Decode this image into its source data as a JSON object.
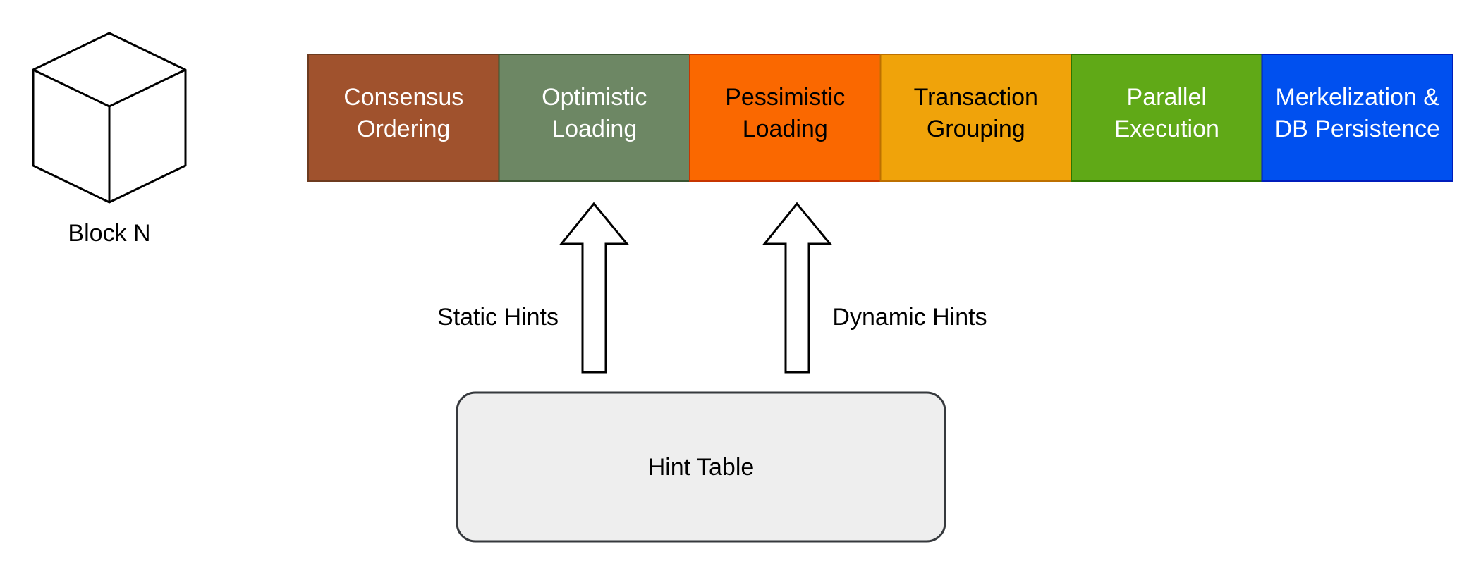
{
  "block": {
    "label": "Block N",
    "icon": "cube-icon"
  },
  "pipeline": {
    "stages": [
      {
        "line1": "Consensus",
        "line2": "Ordering",
        "fill": "#a0522d",
        "stroke": "#6d3b1f",
        "text_color": "#ffffff"
      },
      {
        "line1": "Optimistic",
        "line2": "Loading",
        "fill": "#6d8764",
        "stroke": "#3a5431",
        "text_color": "#ffffff"
      },
      {
        "line1": "Pessimistic",
        "line2": "Loading",
        "fill": "#fa6800",
        "stroke": "#c73500",
        "text_color": "#000000"
      },
      {
        "line1": "Transaction",
        "line2": "Grouping",
        "fill": "#f0a30a",
        "stroke": "#bd7000",
        "text_color": "#000000"
      },
      {
        "line1": "Parallel",
        "line2": "Execution",
        "fill": "#60a917",
        "stroke": "#2d7600",
        "text_color": "#ffffff"
      },
      {
        "line1": "Merkelization &",
        "line2": "DB Persistence",
        "fill": "#0050ef",
        "stroke": "#001dbc",
        "text_color": "#ffffff"
      }
    ]
  },
  "hints": {
    "static_label": "Static Hints",
    "dynamic_label": "Dynamic Hints",
    "arrow_icon": "arrow-up-icon"
  },
  "hint_table": {
    "label": "Hint Table",
    "fill": "#eeeeee",
    "stroke": "#36393d"
  }
}
